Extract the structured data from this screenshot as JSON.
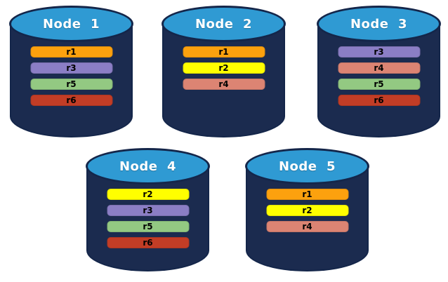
{
  "diagram": {
    "background": "#ffffff",
    "colors": {
      "cylinder_body": "#1B2B4F",
      "cylinder_top_fill": "#2F9AD3",
      "cylinder_outline": "#14264A",
      "title_text": "#ffffff",
      "bar_text": "#000000"
    },
    "replica_colors": {
      "r1": "#FCA10E",
      "r2": "#FFFF00",
      "r3": "#8B7EC5",
      "r4": "#DC8473",
      "r5": "#93C982",
      "r6": "#C23D26"
    },
    "nodes": [
      {
        "id": "node-1",
        "label": "Node  1",
        "replicas": [
          "r1",
          "r3",
          "r5",
          "r6"
        ]
      },
      {
        "id": "node-2",
        "label": "Node  2",
        "replicas": [
          "r1",
          "r2",
          "r4"
        ]
      },
      {
        "id": "node-3",
        "label": "Node  3",
        "replicas": [
          "r3",
          "r4",
          "r5",
          "r6"
        ]
      },
      {
        "id": "node-4",
        "label": "Node  4",
        "replicas": [
          "r2",
          "r3",
          "r5",
          "r6"
        ]
      },
      {
        "id": "node-5",
        "label": "Node  5",
        "replicas": [
          "r1",
          "r2",
          "r4"
        ]
      }
    ]
  }
}
